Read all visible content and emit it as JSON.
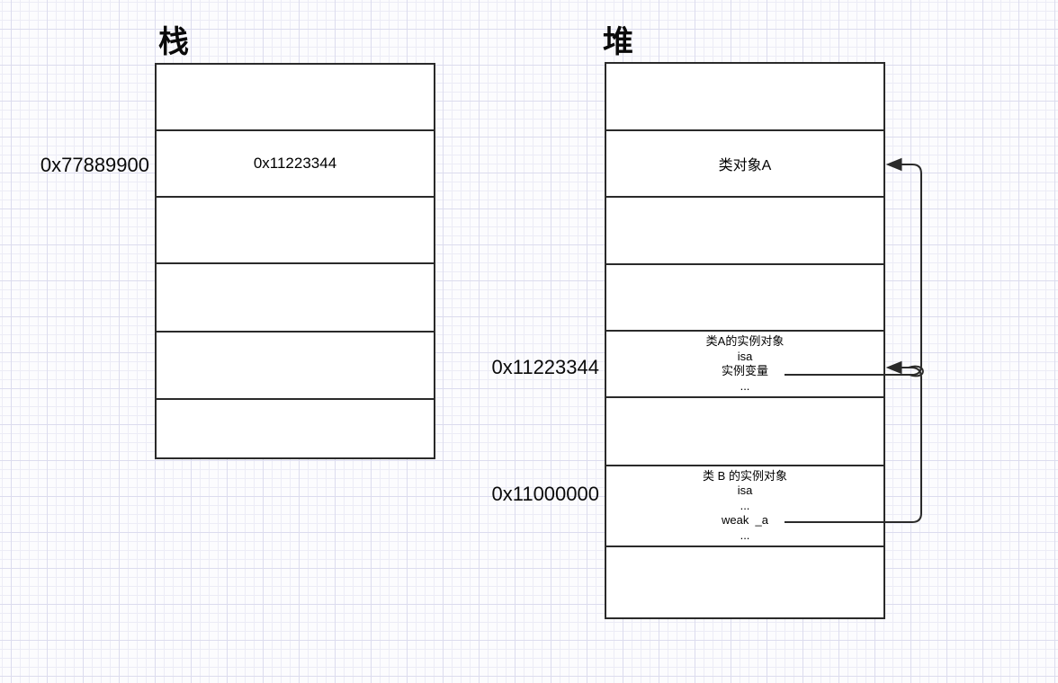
{
  "diagram": {
    "stack": {
      "title": "栈",
      "address_label": "0x77889900",
      "cells": [
        "",
        "0x11223344",
        "",
        "",
        "",
        ""
      ]
    },
    "heap": {
      "title": "堆",
      "class_object_a_cell": "类对象A",
      "instance_a_lines": [
        "类A的实例对象",
        "isa",
        "实例变量",
        "..."
      ],
      "instance_b_lines": [
        "类 B 的实例对象",
        "isa",
        "...",
        "weak  _a",
        "..."
      ],
      "address_labels": {
        "instance_a": "0x11223344",
        "instance_b": "0x11000000"
      }
    },
    "arrows": [
      {
        "name": "isa-to-class-object-a",
        "from": "实例变量 (类A的实例对象)",
        "to": "类对象A"
      },
      {
        "name": "weak-a-to-instance-a",
        "from": "weak  _a (类 B 的实例对象)",
        "to": "类A的实例对象 (0x11223344)"
      }
    ],
    "colors": {
      "stroke": "#2a2a2a",
      "grid_minor": "#ececf6",
      "grid_major": "#dcdcee",
      "canvas_bg": "#fcfcfe"
    }
  }
}
